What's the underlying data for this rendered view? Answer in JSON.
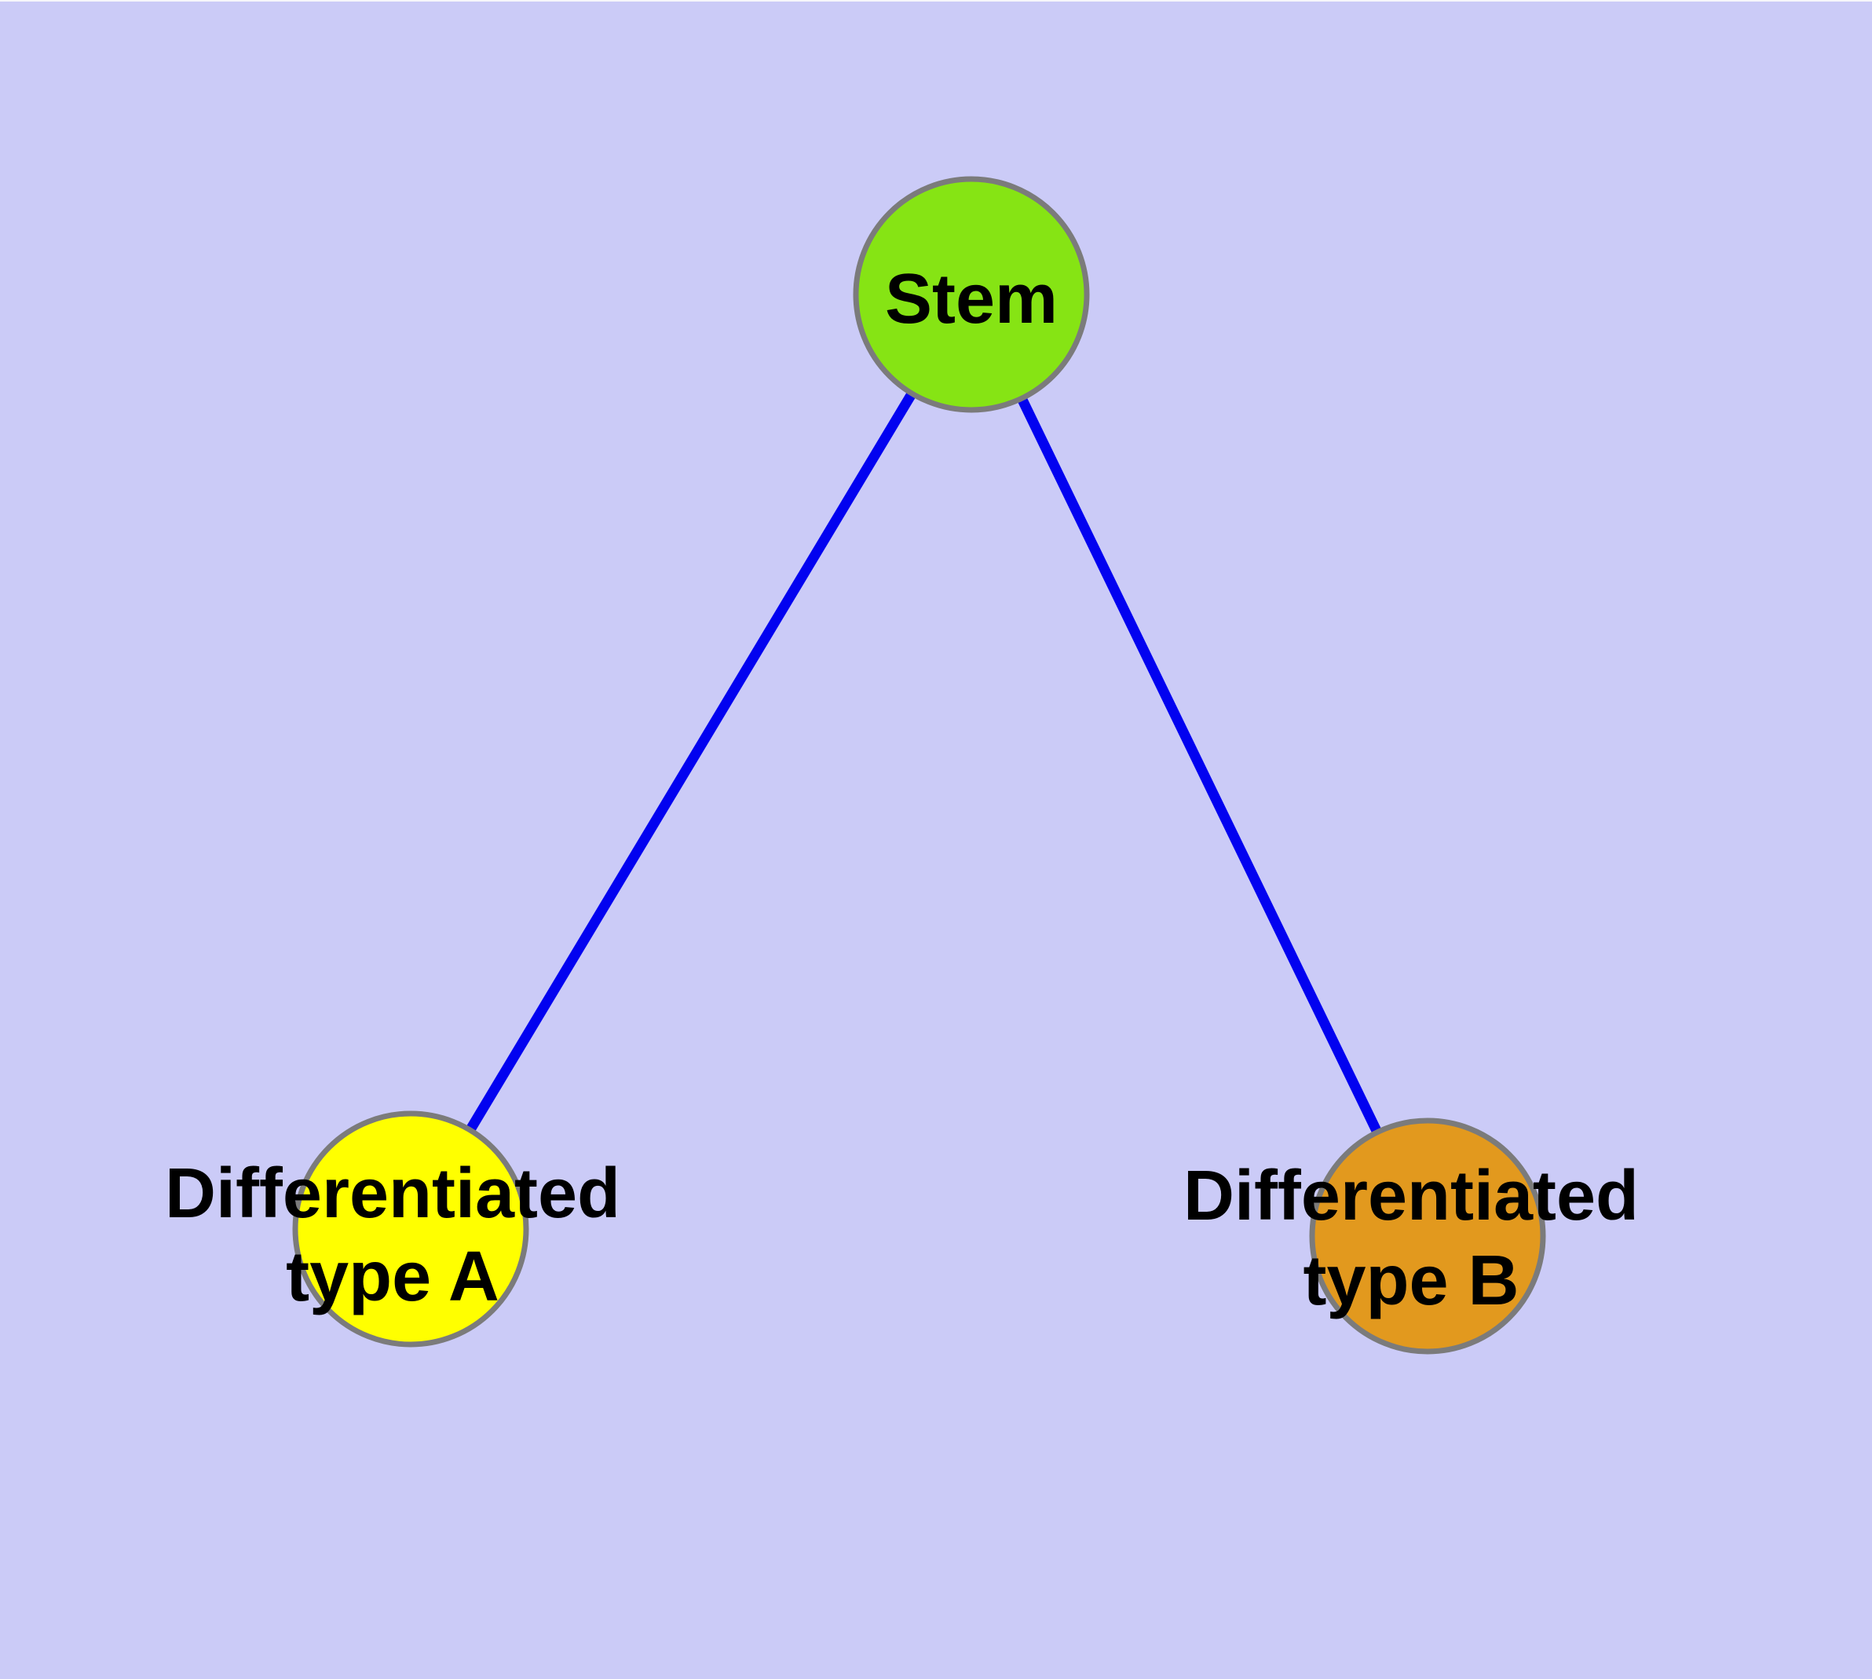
{
  "diagram": {
    "type": "node-link-graph",
    "background_color": "#CBCBF7",
    "node_stroke_color": "#7B7B7B",
    "edge_color": "#0202F0",
    "label_color": "#000000",
    "nodes": {
      "stem": {
        "label": "Stem",
        "fill": "#86E414"
      },
      "diff_a": {
        "label": "Differentiated type A",
        "label_line1": "Differentiated",
        "label_line2": "type A",
        "fill": "#FFFF00"
      },
      "diff_b": {
        "label": "Differentiated type B",
        "label_line1": "Differentiated",
        "label_line2": "type B",
        "fill": "#E2991E"
      }
    },
    "edges": [
      {
        "from": "Stem",
        "to": "Differentiated type A"
      },
      {
        "from": "Stem",
        "to": "Differentiated type B"
      }
    ]
  }
}
